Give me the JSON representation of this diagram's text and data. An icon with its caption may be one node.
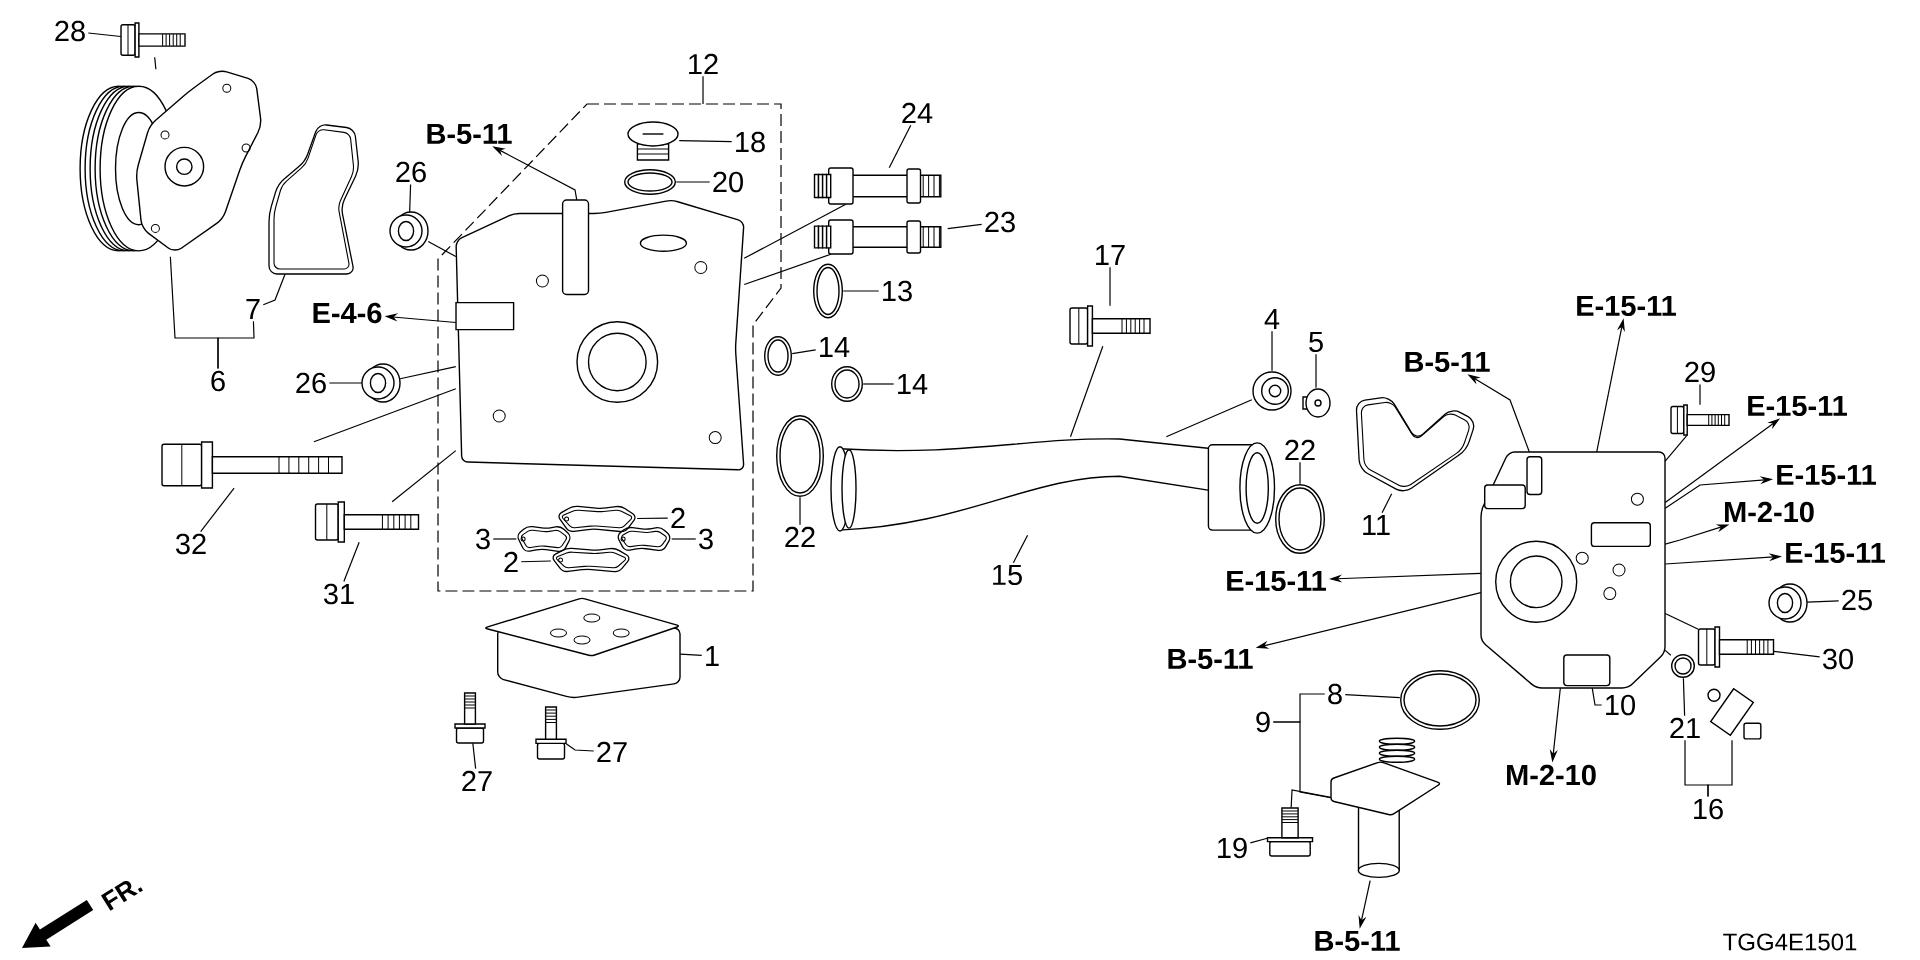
{
  "diagram": {
    "nodes": [
      {
        "text": [
          "28"
        ]
      },
      {
        "text": [],
        "shape": "picture"
      },
      {
        "text": [],
        "shape": "picture"
      },
      {
        "text": [
          "7"
        ]
      },
      {
        "text": [],
        "shape": "picture"
      },
      {
        "text": [
          "6"
        ]
      },
      {
        "text": [
          "B-5-11"
        ]
      },
      {
        "text": [
          "26"
        ]
      },
      {
        "text": [],
        "shape": "picture"
      },
      {
        "text": [],
        "shape": "picture"
      },
      {
        "text": [],
        "shape": "picture"
      },
      {
        "text": [
          "18"
        ]
      },
      {
        "text": [],
        "shape": "picture"
      },
      {
        "text": [
          "20"
        ]
      },
      {
        "text": [
          "24"
        ]
      },
      {
        "text": [],
        "shape": "picture"
      },
      {
        "text": [],
        "shape": "picture"
      },
      {
        "text": [
          "23"
        ]
      },
      {
        "text": [],
        "shape": "picture"
      },
      {
        "text": [
          "13"
        ]
      },
      {
        "text": [
          "E-4-6"
        ]
      },
      {
        "text": [],
        "shape": "picture"
      },
      {
        "text": [
          "14"
        ]
      },
      {
        "text": [],
        "shape": "picture"
      },
      {
        "text": [
          "14"
        ]
      },
      {
        "text": [
          "26"
        ]
      },
      {
        "text": [],
        "shape": "picture"
      },
      {
        "text": [],
        "shape": "picture"
      },
      {
        "text": [
          "32"
        ]
      },
      {
        "text": [],
        "shape": "picture"
      },
      {
        "text": [
          "31"
        ]
      },
      {
        "text": [],
        "shape": "picture"
      },
      {
        "text": [
          "2"
        ]
      },
      {
        "text": [
          "3"
        ]
      },
      {
        "text": [],
        "shape": "picture"
      },
      {
        "text": [],
        "shape": "picture"
      },
      {
        "text": [
          "3"
        ]
      },
      {
        "text": [
          "2"
        ]
      },
      {
        "text": [],
        "shape": "picture"
      },
      {
        "text": [],
        "shape": "picture"
      },
      {
        "text": [
          "22"
        ]
      },
      {
        "text": [],
        "shape": "picture"
      },
      {
        "text": [
          "15"
        ]
      },
      {
        "text": [
          "17"
        ]
      },
      {
        "text": [],
        "shape": "picture"
      },
      {
        "text": [
          "4"
        ]
      },
      {
        "text": [],
        "shape": "picture"
      },
      {
        "text": [
          "5"
        ]
      },
      {
        "text": [],
        "shape": "picture"
      },
      {
        "text": [
          "22"
        ]
      },
      {
        "text": [],
        "shape": "picture"
      },
      {
        "text": [
          "B-5-11"
        ]
      },
      {
        "text": [],
        "shape": "picture"
      },
      {
        "text": [
          "11"
        ]
      },
      {
        "text": [
          "E-15-11"
        ]
      },
      {
        "text": [
          "29"
        ]
      },
      {
        "text": [],
        "shape": "picture"
      },
      {
        "text": [
          "E-15-11"
        ]
      },
      {
        "text": [
          "E-15-11"
        ]
      },
      {
        "text": [
          "M-2-10"
        ]
      },
      {
        "text": [],
        "shape": "picture"
      },
      {
        "text": [
          "E-15-11"
        ]
      },
      {
        "text": [
          "25"
        ]
      },
      {
        "text": [],
        "shape": "picture"
      },
      {
        "text": [
          "E-15-11"
        ]
      },
      {
        "text": [
          "B-5-11"
        ]
      },
      {
        "text": [
          "30"
        ]
      },
      {
        "text": [],
        "shape": "picture"
      },
      {
        "text": [
          "10"
        ]
      },
      {
        "text": [],
        "shape": "picture"
      },
      {
        "text": [
          "21"
        ]
      },
      {
        "text": [],
        "shape": "picture"
      },
      {
        "text": [
          "16"
        ]
      },
      {
        "text": [
          "8"
        ]
      },
      {
        "text": [],
        "shape": "picture"
      },
      {
        "text": [
          "9"
        ]
      },
      {
        "text": [],
        "shape": "picture"
      },
      {
        "text": [
          "M-2-10"
        ]
      },
      {
        "text": [
          "19"
        ]
      },
      {
        "text": [],
        "shape": "picture"
      },
      {
        "text": [
          "B-5-11"
        ]
      },
      {
        "text": [
          "12"
        ]
      },
      {
        "text": [],
        "shape": "picture"
      },
      {
        "text": [
          "1"
        ]
      },
      {
        "text": [],
        "shape": "picture"
      },
      {
        "text": [
          "27"
        ]
      },
      {
        "text": [],
        "shape": "picture"
      },
      {
        "text": [
          "27"
        ]
      }
    ],
    "edges": [
      {
        "from": 0,
        "to": 1,
        "arrow": "none"
      },
      {
        "from": 3,
        "to": 4,
        "arrow": "none"
      },
      {
        "from": 5,
        "to": 2,
        "arrow": "none"
      },
      {
        "from": 7,
        "to": 8,
        "arrow": "none"
      },
      {
        "from": 11,
        "to": 10,
        "arrow": "none"
      },
      {
        "from": 13,
        "to": 12,
        "arrow": "none"
      },
      {
        "from": 14,
        "to": 15,
        "arrow": "none"
      },
      {
        "from": 17,
        "to": 16,
        "arrow": "none"
      },
      {
        "from": 19,
        "to": 18,
        "arrow": "none"
      },
      {
        "from": 22,
        "to": 21,
        "arrow": "none"
      },
      {
        "from": 24,
        "to": 23,
        "arrow": "none"
      },
      {
        "from": 25,
        "to": 26,
        "arrow": "none"
      },
      {
        "from": 28,
        "to": 27,
        "arrow": "none"
      },
      {
        "from": 30,
        "to": 29,
        "arrow": "none"
      },
      {
        "from": 32,
        "to": 31,
        "arrow": "none"
      },
      {
        "from": 33,
        "to": 34,
        "arrow": "none"
      },
      {
        "from": 36,
        "to": 35,
        "arrow": "none"
      },
      {
        "from": 37,
        "to": 38,
        "arrow": "none"
      },
      {
        "from": 40,
        "to": 39,
        "arrow": "none"
      },
      {
        "from": 42,
        "to": 41,
        "arrow": "none"
      },
      {
        "from": 43,
        "to": 44,
        "arrow": "none"
      },
      {
        "from": 45,
        "to": 46,
        "arrow": "none"
      },
      {
        "from": 47,
        "to": 48,
        "arrow": "none"
      },
      {
        "from": 49,
        "to": 50,
        "arrow": "none"
      },
      {
        "from": 53,
        "to": 52,
        "arrow": "none"
      },
      {
        "from": 55,
        "to": 56,
        "arrow": "none"
      },
      {
        "from": 62,
        "to": 63,
        "arrow": "none"
      },
      {
        "from": 66,
        "to": 67,
        "arrow": "none"
      },
      {
        "from": 68,
        "to": 60,
        "arrow": "none"
      },
      {
        "from": 70,
        "to": 69,
        "arrow": "none"
      },
      {
        "from": 72,
        "to": 71,
        "arrow": "none"
      },
      {
        "from": 73,
        "to": 74,
        "arrow": "none"
      },
      {
        "from": 75,
        "to": 76,
        "arrow": "none"
      },
      {
        "from": 78,
        "to": 79,
        "arrow": "none"
      },
      {
        "from": 9,
        "to": 6,
        "arrow": "to"
      },
      {
        "from": 9,
        "to": 20,
        "arrow": "to"
      },
      {
        "from": 60,
        "to": 54,
        "arrow": "to"
      },
      {
        "from": 60,
        "to": 51,
        "arrow": "to"
      },
      {
        "from": 60,
        "to": 57,
        "arrow": "to"
      },
      {
        "from": 60,
        "to": 58,
        "arrow": "to"
      },
      {
        "from": 60,
        "to": 59,
        "arrow": "to"
      },
      {
        "from": 60,
        "to": 61,
        "arrow": "to"
      },
      {
        "from": 60,
        "to": 64,
        "arrow": "to"
      },
      {
        "from": 60,
        "to": 65,
        "arrow": "to"
      },
      {
        "from": 60,
        "to": 77,
        "arrow": "to"
      },
      {
        "from": 76,
        "to": 80,
        "arrow": "to"
      },
      {
        "from": 1,
        "to": 2,
        "arrow": "none"
      },
      {
        "from": 8,
        "to": 9,
        "arrow": "none"
      },
      {
        "from": 26,
        "to": 9,
        "arrow": "none"
      },
      {
        "from": 27,
        "to": 9,
        "arrow": "none"
      },
      {
        "from": 29,
        "to": 9,
        "arrow": "none"
      },
      {
        "from": 15,
        "to": 9,
        "arrow": "none"
      },
      {
        "from": 16,
        "to": 9,
        "arrow": "none"
      },
      {
        "from": 44,
        "to": 41,
        "arrow": "none"
      },
      {
        "from": 46,
        "to": 41,
        "arrow": "none"
      },
      {
        "from": 56,
        "to": 60,
        "arrow": "none"
      },
      {
        "from": 67,
        "to": 60,
        "arrow": "none"
      },
      {
        "from": 69,
        "to": 60,
        "arrow": "none"
      },
      {
        "from": 79,
        "to": 76,
        "arrow": "none"
      },
      {
        "from": 81,
        "to": null,
        "arrow": "none"
      },
      {
        "from": 83,
        "to": 82,
        "arrow": "none"
      },
      {
        "from": 85,
        "to": 84,
        "arrow": "none"
      },
      {
        "from": 87,
        "to": 86,
        "arrow": "none"
      },
      {
        "from": 5,
        "to": 3,
        "arrow": "none"
      },
      {
        "from": 72,
        "to": 70,
        "arrow": "none"
      },
      {
        "from": 75,
        "to": 73,
        "arrow": "none"
      }
    ],
    "labels": [
      "FR.",
      "TGG4E1501"
    ]
  }
}
